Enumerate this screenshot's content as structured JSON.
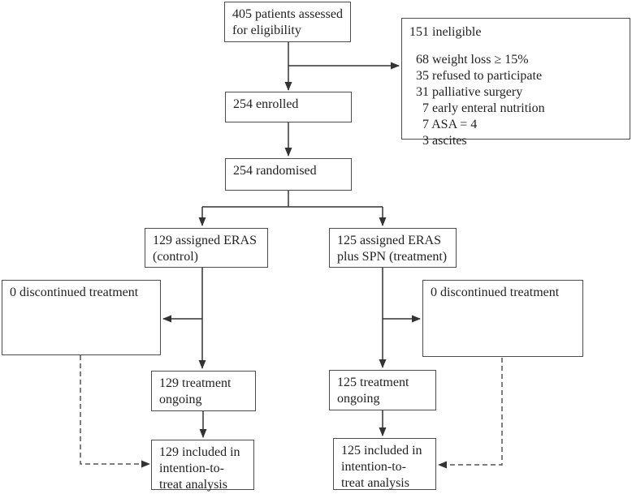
{
  "figure": {
    "kind": "trial-flow-diagram"
  },
  "boxes": {
    "eligibility": {
      "text": "405 patients assessed for eligibility"
    },
    "ineligible": {
      "lines": [
        "151 ineligible",
        "  68 weight loss ≥ 15%",
        "  35 refused to participate",
        "  31 palliative surgery",
        "    7 early enteral nutrition",
        "    7 ASA = 4",
        "    3 ascites"
      ]
    },
    "enrolled": {
      "text": "254 enrolled"
    },
    "randomised": {
      "text": "254 randomised"
    },
    "assigned_control": {
      "text": "129 assigned ERAS (control)"
    },
    "assigned_treatment": {
      "text": "125 assigned ERAS plus SPN (treatment)"
    },
    "discontinued_control": {
      "text": "0 discontinued treatment"
    },
    "discontinued_treatment": {
      "text": "0 discontinued treatment"
    },
    "ongoing_control": {
      "text": "129 treatment ongoing"
    },
    "ongoing_treatment": {
      "text": "125 treatment ongoing"
    },
    "itt_control": {
      "text": "129 included in intention-to-treat analysis"
    },
    "itt_treatment": {
      "text": "125 included in intention-to-treat analysis"
    }
  },
  "colors": {
    "box_border": "#4d4d4d",
    "solid_line": "#333333",
    "dashed_line": "#555555",
    "text": "#222222",
    "background": "#ffffff"
  }
}
